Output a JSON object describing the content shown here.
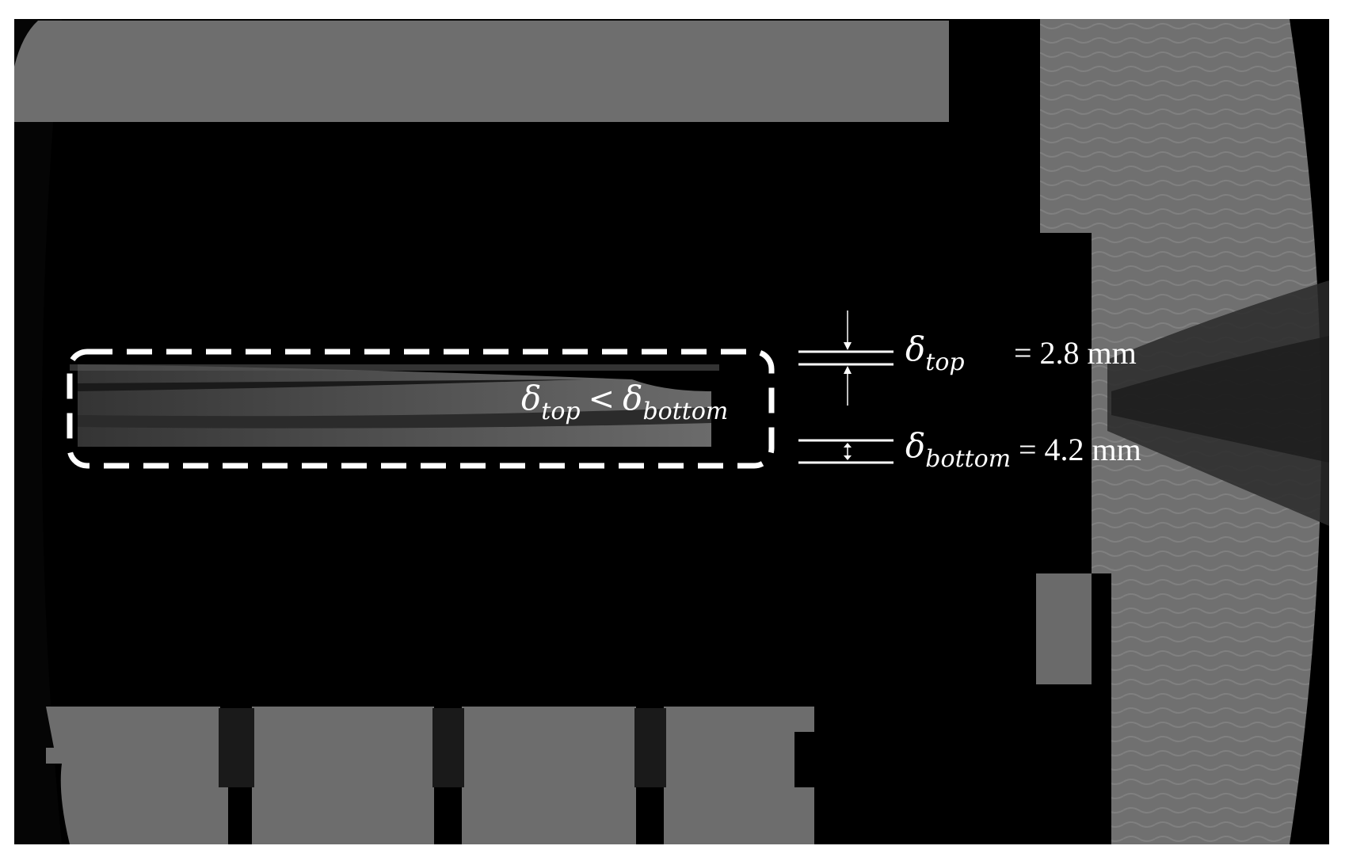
{
  "image": {
    "subject": "schlieren",
    "colors": {
      "background": "#000000",
      "body_gray": "#6f6f6f",
      "annotation": "#ffffff"
    }
  },
  "annotations": {
    "comparison": {
      "symbol": "δ",
      "left_sub": "top",
      "relation": "<",
      "right_sub": "bottom"
    },
    "top_thickness": {
      "symbol": "δ",
      "sub": "top",
      "value": "= 2.8 mm"
    },
    "bottom_thickness": {
      "symbol": "δ",
      "sub": "bottom",
      "value": "= 4.2 mm"
    }
  }
}
